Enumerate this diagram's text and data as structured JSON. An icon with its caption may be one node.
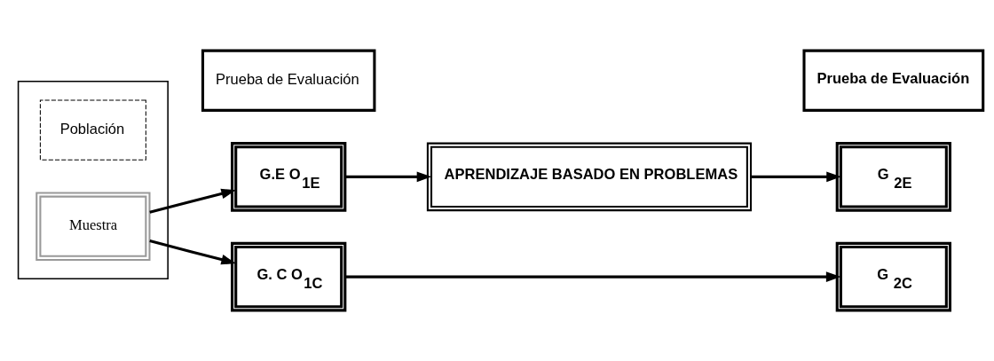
{
  "diagram": {
    "nodes": [
      {
        "text": [],
        "shape": "box"
      },
      {
        "text": [
          "Población"
        ],
        "in": 0
      },
      {
        "text": [
          "Muestra"
        ],
        "in": 0
      },
      {
        "text": [
          "Prueba de Evaluación"
        ]
      },
      {
        "text": [
          "G.E O$_{1E}$"
        ]
      },
      {
        "text": [
          "G. C O$_{1C}$"
        ]
      },
      {
        "text": [
          "APRENDIZAJE BASADO EN PROBLEMAS"
        ]
      },
      {
        "text": [
          "Prueba de Evaluación"
        ]
      },
      {
        "text": [
          "G $_{2E}$"
        ]
      },
      {
        "text": [
          "G $_{2C}$"
        ]
      }
    ],
    "edges": [
      {
        "from": 2,
        "to": 4,
        "arrow": "to"
      },
      {
        "from": 2,
        "to": 5,
        "arrow": "to"
      },
      {
        "from": 4,
        "to": 6,
        "arrow": "to"
      },
      {
        "from": 6,
        "to": 8,
        "arrow": "to"
      },
      {
        "from": 5,
        "to": 9,
        "arrow": "to"
      }
    ]
  }
}
